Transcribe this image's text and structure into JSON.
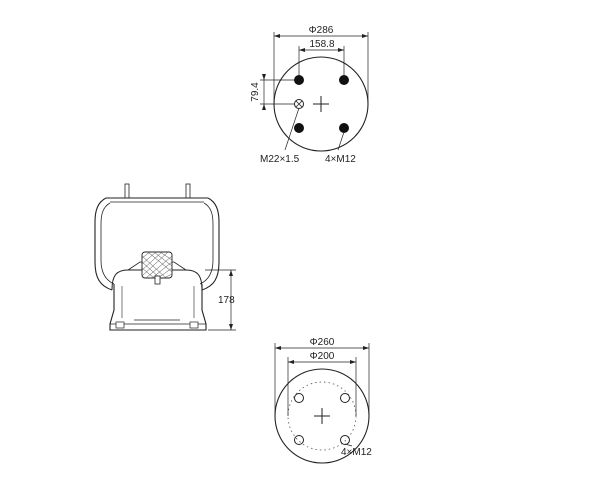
{
  "top_plate": {
    "outer_diameter": "Φ286",
    "bolt_spacing": "158.8",
    "offset": "79.4",
    "air_fitting": "M22×1.5",
    "studs": "4×M12"
  },
  "side_view": {
    "height": "178"
  },
  "bottom_plate": {
    "outer_diameter": "Φ260",
    "bolt_circle": "Φ200",
    "studs": "4×M12"
  }
}
